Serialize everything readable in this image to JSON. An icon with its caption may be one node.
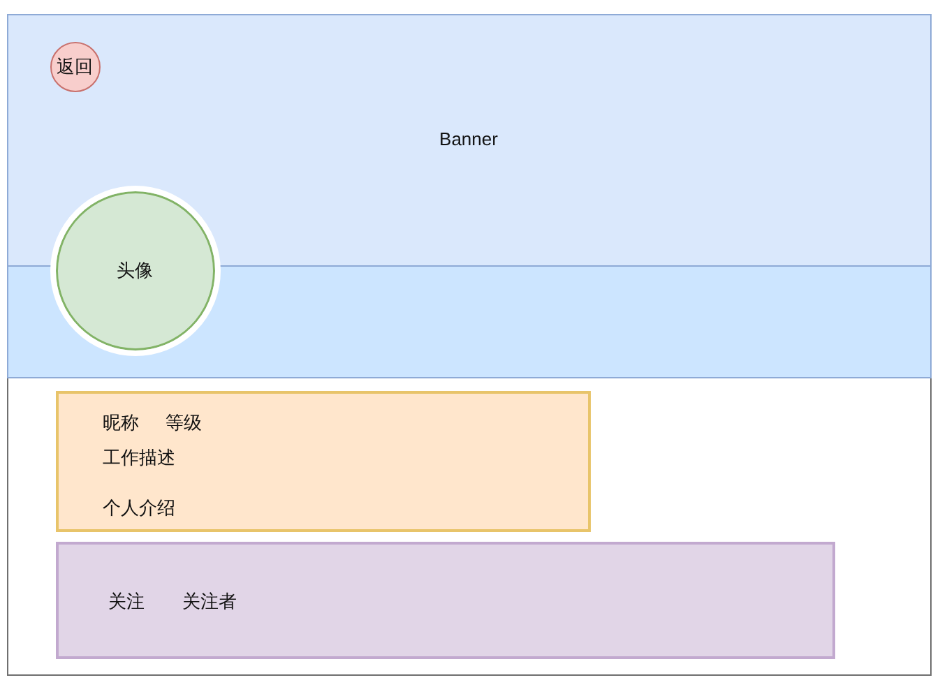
{
  "diagram": {
    "nodes": [
      {
        "text": [],
        "shape": "box"
      },
      {
        "text": [
          "Banner"
        ],
        "in": 0
      },
      {
        "text": [
          "返回"
        ],
        "in": 1
      },
      {
        "text": [],
        "shape": "box",
        "in": 0
      },
      {
        "text": [
          "头像"
        ],
        "in": 0
      },
      {
        "text": [
          "昵称",
          "等级",
          "工作描述",
          "个人介绍"
        ],
        "in": 0
      },
      {
        "text": [
          "关注",
          "关注者"
        ],
        "in": 0
      }
    ],
    "edges": []
  }
}
